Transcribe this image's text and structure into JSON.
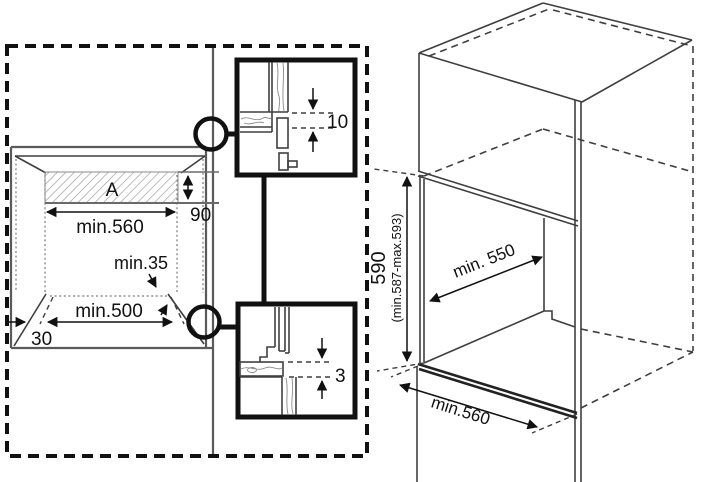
{
  "front_view": {
    "strip_label": "A",
    "dim_width_top": "min.560",
    "dim_strip_height": "90",
    "dim_rear_clearance": "min.35",
    "dim_width_bottom": "min.500",
    "dim_side_gap": "30"
  },
  "detail_top": {
    "dim_gap": "10"
  },
  "detail_bottom": {
    "dim_gap": "3"
  },
  "cabinet_3d": {
    "dim_height": "590",
    "dim_height_range": "(min.587-max.593)",
    "dim_depth": "min. 550",
    "dim_width": "min.560"
  },
  "colors": {
    "structure_line": "#3f3f3f",
    "frame_gray": "#5a5a5a",
    "dimension_black": "#111111",
    "hatch_gray": "#999999",
    "background": "#ffffff"
  }
}
